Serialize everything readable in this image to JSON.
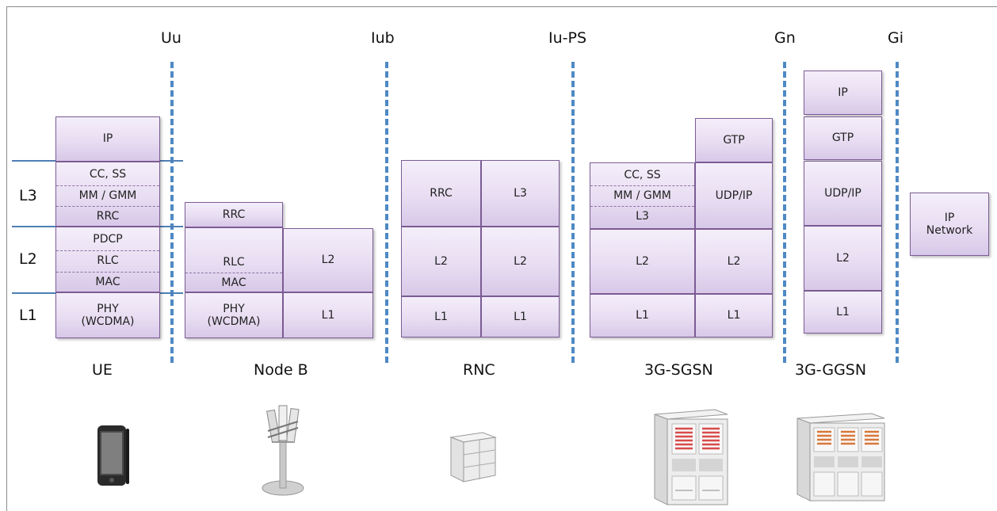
{
  "interfaces": [
    "Uu",
    "Iub",
    "Iu-PS",
    "Gn",
    "Gi"
  ],
  "layers": {
    "l3": "L3",
    "l2": "L2",
    "l1": "L1"
  },
  "ue": {
    "ip": "IP",
    "cc_ss": "CC, SS",
    "mm_gmm": "MM / GMM",
    "rrc": "RRC",
    "pdcp": "PDCP",
    "rlc": "RLC",
    "mac": "MAC",
    "phy": "PHY\n(WCDMA)"
  },
  "nodeb": {
    "rrc": "RRC",
    "rlc": "RLC",
    "mac": "MAC",
    "phy": "PHY\n(WCDMA)",
    "l2": "L2",
    "l1": "L1"
  },
  "rnc": {
    "rrc": "RRC",
    "l3": "L3",
    "l2a": "L2",
    "l2b": "L2",
    "l1a": "L1",
    "l1b": "L1"
  },
  "sgsn": {
    "cc_ss": "CC, SS",
    "mm_gmm": "MM / GMM",
    "l3": "L3",
    "gtp": "GTP",
    "udpip": "UDP/IP",
    "l2a": "L2",
    "l2b": "L2",
    "l1a": "L1",
    "l1b": "L1"
  },
  "ggsn": {
    "ip": "IP",
    "gtp": "GTP",
    "udpip": "UDP/IP",
    "l2": "L2",
    "l1": "L1"
  },
  "ipnet": "IP\nNetwork",
  "nodes": [
    "UE",
    "Node B",
    "RNC",
    "3G-SGSN",
    "3G-GGSN"
  ],
  "icons": [
    "phone-icon",
    "antenna-tower-icon",
    "rnc-cabinet-icon",
    "sgsn-rack-icon",
    "ggsn-rack-icon"
  ],
  "colors": {
    "dash": "#4f89c4",
    "box_border": "#7b5c95",
    "box_fill": "#e8ddf2"
  }
}
